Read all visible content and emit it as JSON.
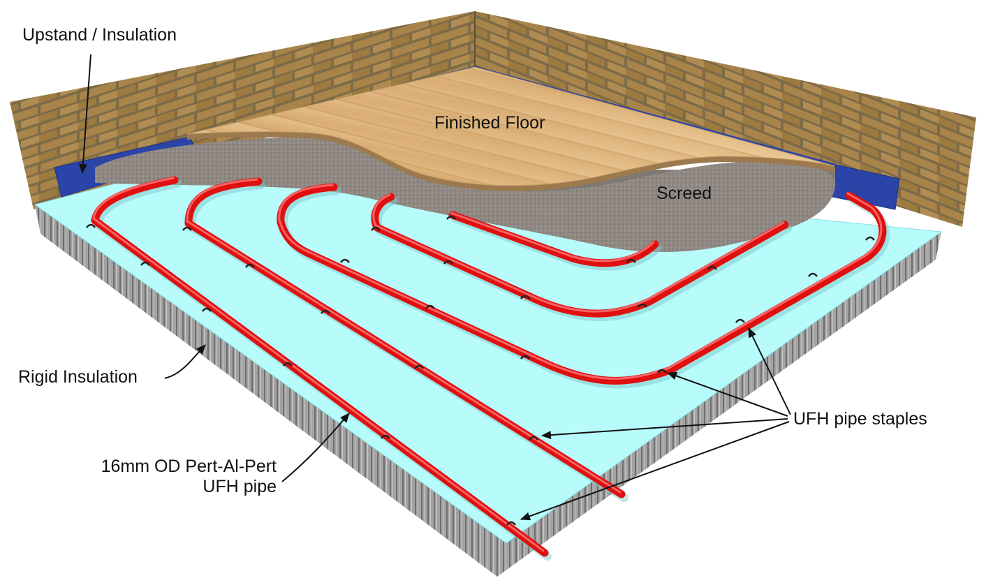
{
  "labels": {
    "upstand": "Upstand / Insulation",
    "finished_floor": "Finished Floor",
    "screed": "Screed",
    "rigid_insulation": "Rigid Insulation",
    "staples": "UFH pipe staples",
    "pipe_line1": "16mm OD Pert-Al-Pert",
    "pipe_line2": "UFH pipe"
  },
  "colors": {
    "brick_mortar": "#8a7a55",
    "brick": "#a8844a",
    "upstand_blue": "#2a44a8",
    "insulation_top": "#b7fbfb",
    "insulation_side": "#9c9c9c",
    "screed": "#8c8580",
    "floor_wood": "#e2bd8a",
    "pipe_red": "#e01010"
  }
}
